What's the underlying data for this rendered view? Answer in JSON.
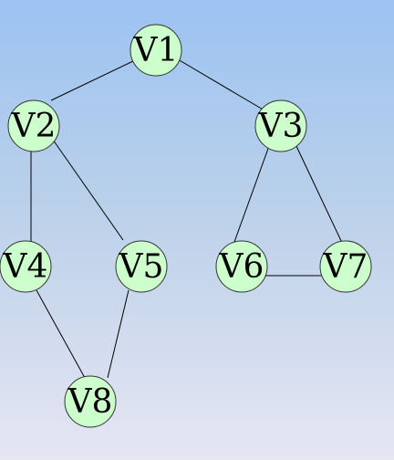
{
  "diagram": {
    "colors": {
      "background_top": "#9cc3f2",
      "background_bottom": "#e6e6f3",
      "node_fill": "#ccffcc",
      "node_stroke": "#333333",
      "edge": "#000000"
    },
    "nodes": [
      {
        "id": "v1",
        "label": "V1"
      },
      {
        "id": "v2",
        "label": "V2"
      },
      {
        "id": "v3",
        "label": "V3"
      },
      {
        "id": "v4",
        "label": "V4"
      },
      {
        "id": "v5",
        "label": "V5"
      },
      {
        "id": "v6",
        "label": "V6"
      },
      {
        "id": "v7",
        "label": "V7"
      },
      {
        "id": "v8",
        "label": "V8"
      }
    ],
    "edges": [
      [
        "v1",
        "v2"
      ],
      [
        "v1",
        "v3"
      ],
      [
        "v2",
        "v4"
      ],
      [
        "v2",
        "v5"
      ],
      [
        "v3",
        "v6"
      ],
      [
        "v3",
        "v7"
      ],
      [
        "v6",
        "v7"
      ],
      [
        "v4",
        "v8"
      ],
      [
        "v5",
        "v8"
      ]
    ]
  }
}
